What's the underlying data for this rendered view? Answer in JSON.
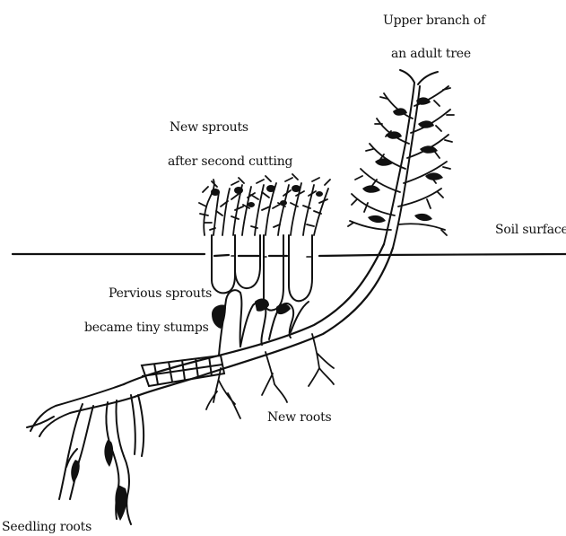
{
  "labels": {
    "upper_branch_line1": "Upper branch of",
    "upper_branch_line2": "an adult tree",
    "new_sprouts_line1": "New sprouts",
    "new_sprouts_line2": "after second cutting",
    "soil_surface": "Soil surface",
    "pervious_line1": "Pervious sprouts",
    "pervious_line2": "became tiny stumps",
    "new_roots": "New roots",
    "seedling_roots": "Seedling roots"
  },
  "colors": {
    "ink": "#111111",
    "background": "#ffffff"
  }
}
